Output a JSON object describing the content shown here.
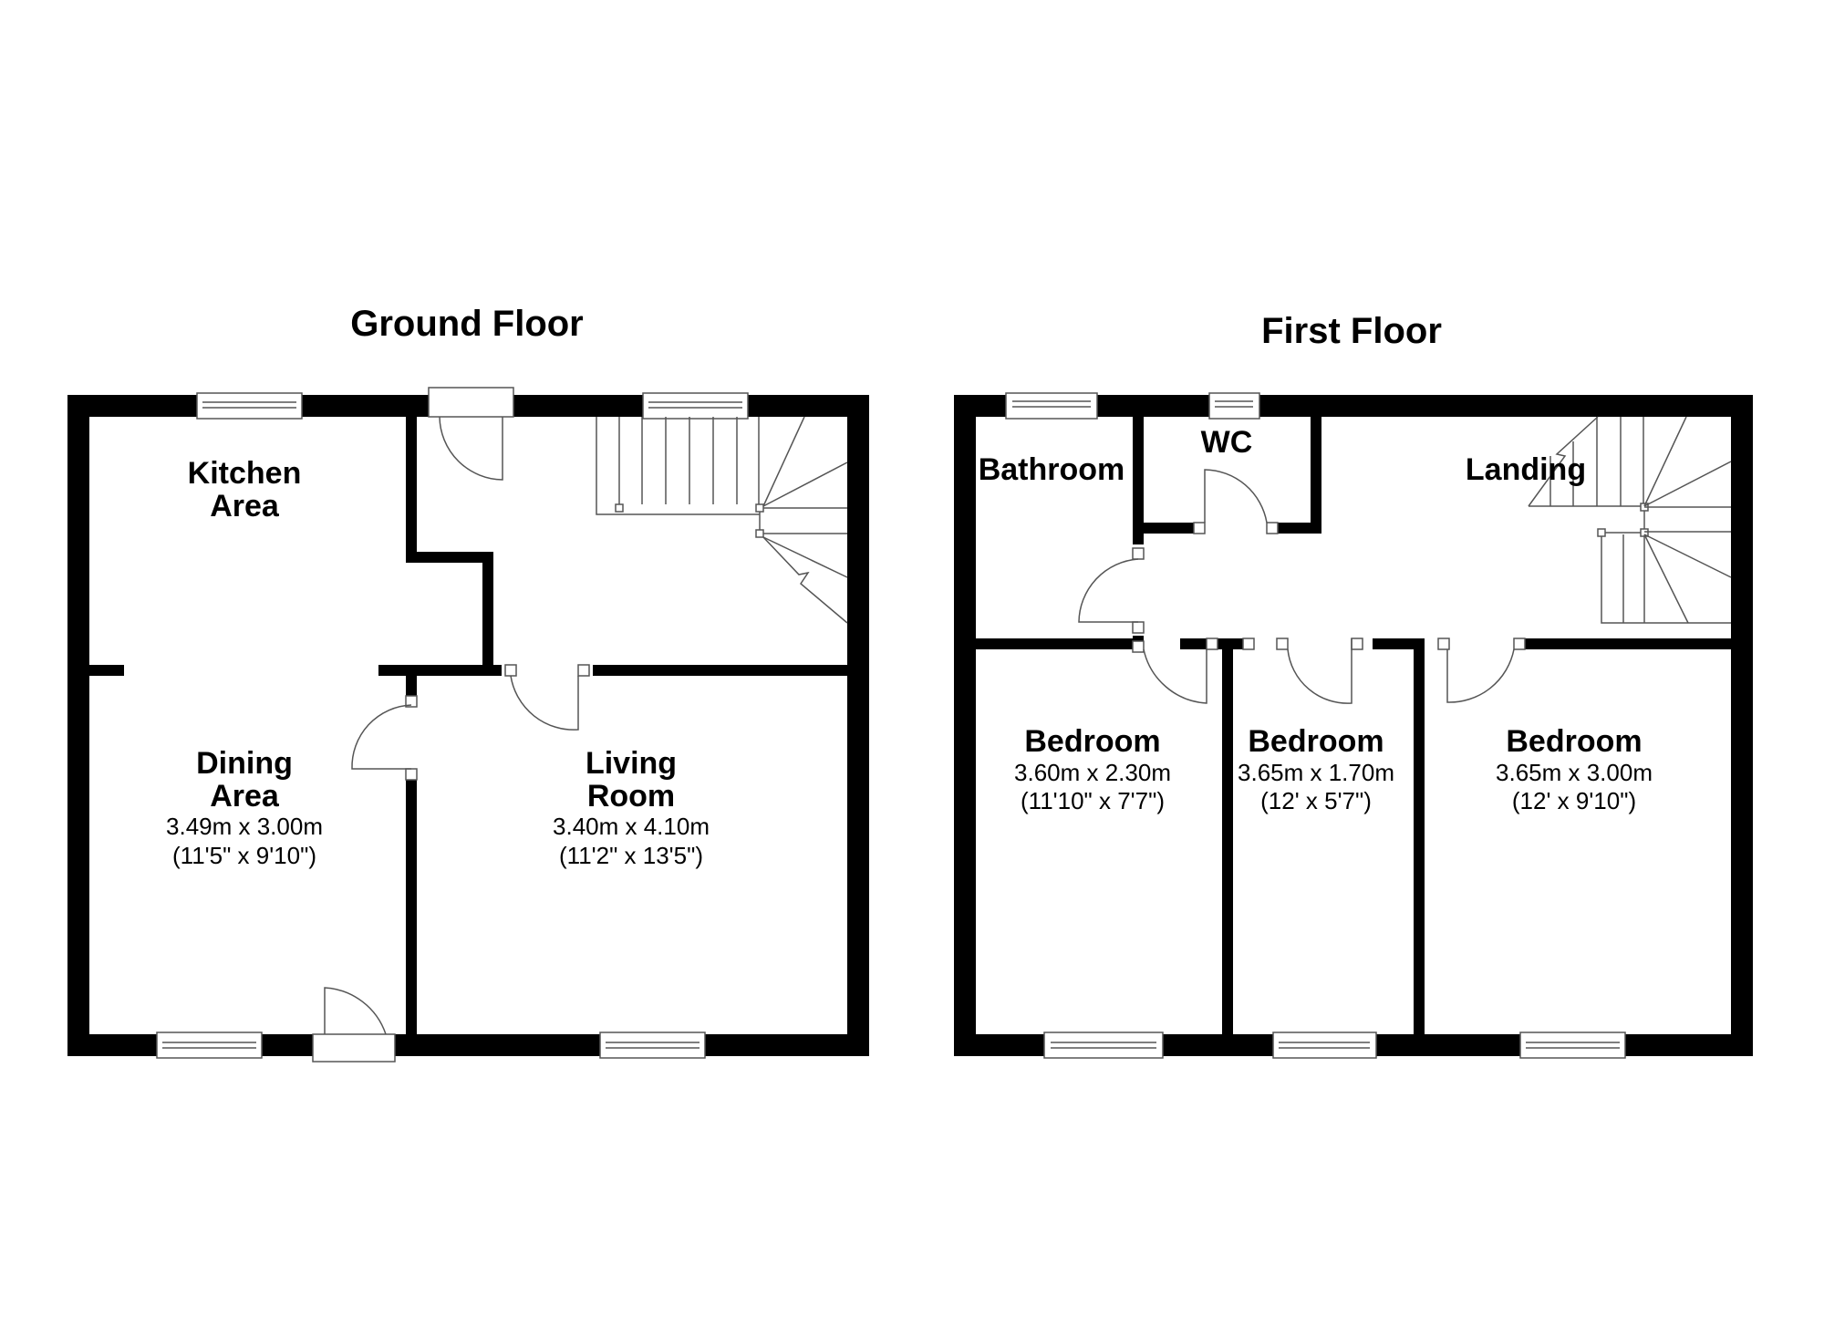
{
  "floors": [
    {
      "title": "Ground Floor",
      "rooms": [
        {
          "name_line1": "Kitchen",
          "name_line2": "Area"
        },
        {
          "name_line1": "Dining",
          "name_line2": "Area",
          "metric": "3.49m x 3.00m",
          "imperial": "(11'5\" x 9'10\")"
        },
        {
          "name_line1": "Living",
          "name_line2": "Room",
          "metric": "3.40m x 4.10m",
          "imperial": "(11'2\" x 13'5\")"
        }
      ]
    },
    {
      "title": "First Floor",
      "rooms": [
        {
          "name": "Bathroom"
        },
        {
          "name": "WC"
        },
        {
          "name": "Landing"
        },
        {
          "name": "Bedroom",
          "metric": "3.60m x 2.30m",
          "imperial": "(11'10\" x 7'7\")"
        },
        {
          "name": "Bedroom",
          "metric": "3.65m x 1.70m",
          "imperial": "(12' x 5'7\")"
        },
        {
          "name": "Bedroom",
          "metric": "3.65m x 3.00m",
          "imperial": "(12' x 9'10\")"
        }
      ]
    }
  ],
  "colors": {
    "wall": "#000000",
    "fixture_line": "#555555",
    "background": "#ffffff"
  }
}
